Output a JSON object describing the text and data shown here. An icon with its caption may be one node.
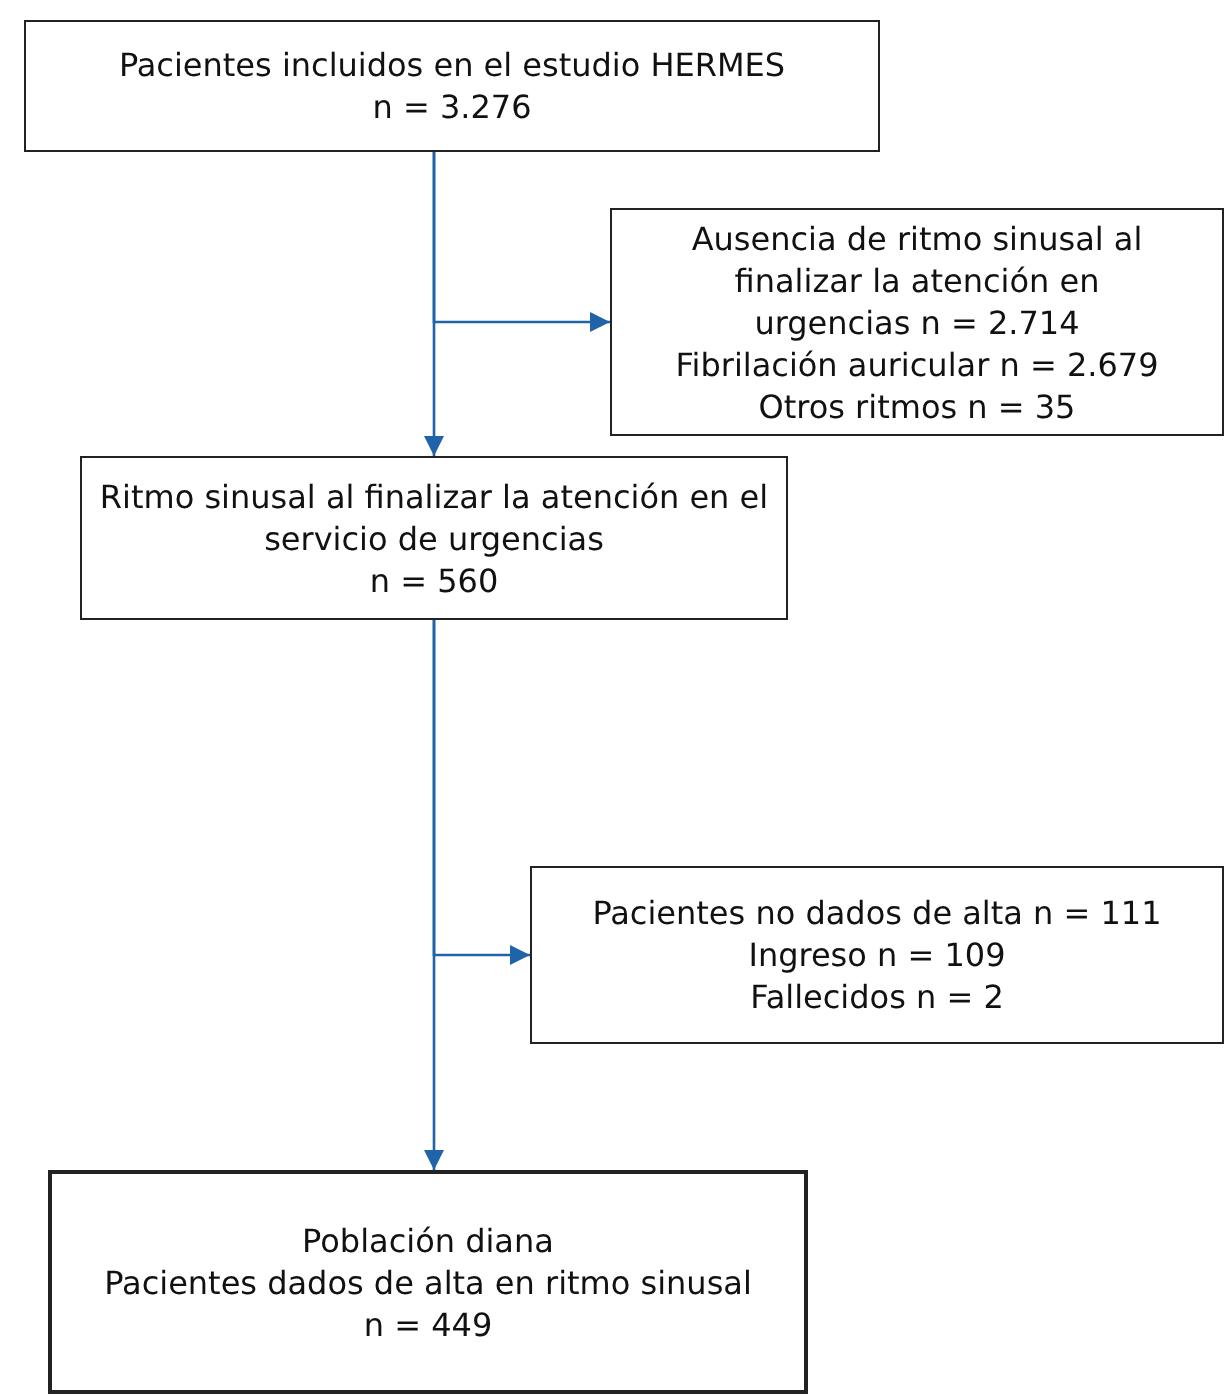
{
  "diagram": {
    "nodes": [
      {
        "text": [
          "Pacientes incluidos en el estudio HERMES",
          "n = 3.276"
        ]
      },
      {
        "text": [
          "Ausencia de ritmo sinusal al finalizar la atención en urgencias n = 2.714",
          "Fibrilación auricular n = 2.679",
          "Otros ritmos n = 35"
        ]
      },
      {
        "text": [
          "Ritmo sinusal al finalizar la atención en el servicio de urgencias",
          "n = 560"
        ]
      },
      {
        "text": [
          "Pacientes no dados de alta n = 111",
          "Ingreso n = 109",
          "Fallecidos n = 2"
        ]
      },
      {
        "text": [
          "Población diana",
          "Pacientes dados de alta en ritmo sinusal",
          "n = 449"
        ]
      }
    ],
    "edges": [
      {
        "from": 0,
        "to": 2,
        "arrow": "to"
      },
      {
        "from": 0,
        "to": 1,
        "arrow": "to"
      },
      {
        "from": 2,
        "to": 4,
        "arrow": "to"
      },
      {
        "from": 2,
        "to": 3,
        "arrow": "to"
      }
    ]
  }
}
